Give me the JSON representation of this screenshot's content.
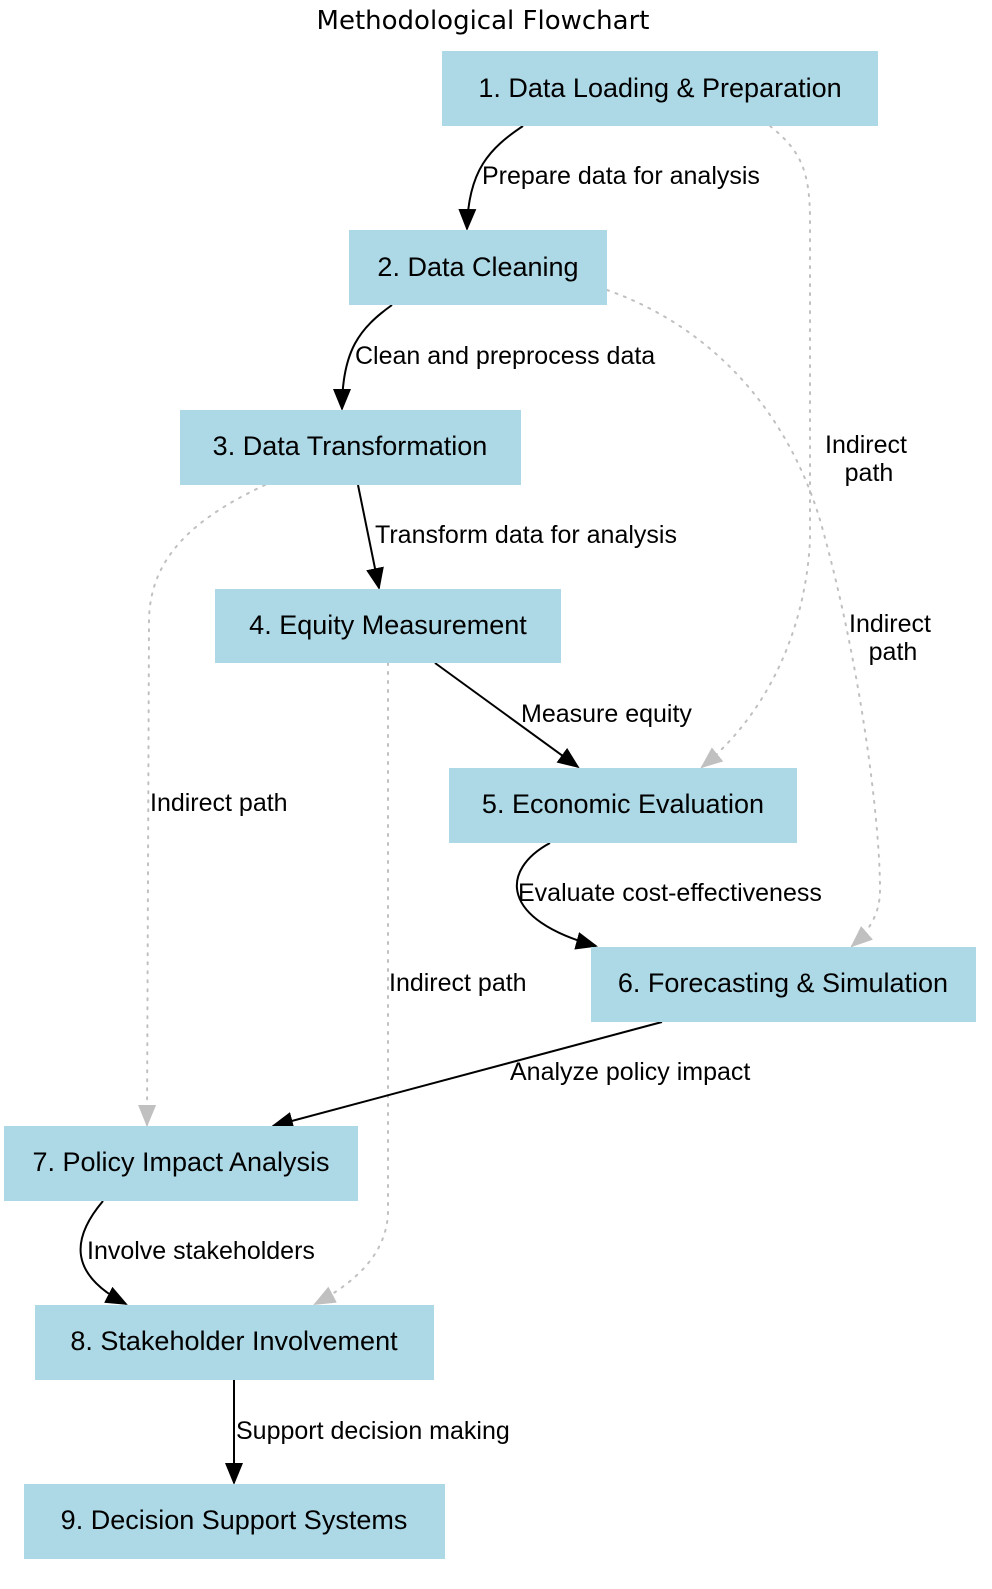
{
  "title": "Methodological Flowchart",
  "colors": {
    "node_fill": "#ADD8E6",
    "solid_edge": "#000000",
    "indirect_edge": "#C0C0C0"
  },
  "nodes": [
    {
      "id": 1,
      "label": "1. Data Loading & Preparation"
    },
    {
      "id": 2,
      "label": "2. Data Cleaning"
    },
    {
      "id": 3,
      "label": "3. Data Transformation"
    },
    {
      "id": 4,
      "label": "4. Equity Measurement"
    },
    {
      "id": 5,
      "label": "5. Economic Evaluation"
    },
    {
      "id": 6,
      "label": "6. Forecasting & Simulation"
    },
    {
      "id": 7,
      "label": "7. Policy Impact Analysis"
    },
    {
      "id": 8,
      "label": "8. Stakeholder Involvement"
    },
    {
      "id": 9,
      "label": "9. Decision Support Systems"
    }
  ],
  "edges": [
    {
      "from": 1,
      "to": 2,
      "style": "solid",
      "label": "Prepare data for analysis"
    },
    {
      "from": 2,
      "to": 3,
      "style": "solid",
      "label": "Clean and preprocess data"
    },
    {
      "from": 3,
      "to": 4,
      "style": "solid",
      "label": "Transform data for analysis"
    },
    {
      "from": 4,
      "to": 5,
      "style": "solid",
      "label": "Measure equity"
    },
    {
      "from": 5,
      "to": 6,
      "style": "solid",
      "label": "Evaluate cost-effectiveness"
    },
    {
      "from": 6,
      "to": 7,
      "style": "solid",
      "label": "Analyze policy impact"
    },
    {
      "from": 7,
      "to": 8,
      "style": "solid",
      "label": "Involve stakeholders"
    },
    {
      "from": 8,
      "to": 9,
      "style": "solid",
      "label": "Support decision making"
    },
    {
      "from": 1,
      "to": 5,
      "style": "dotted",
      "label_line1": "Indirect",
      "label_line2": "path"
    },
    {
      "from": 2,
      "to": 6,
      "style": "dotted",
      "label_line1": "Indirect",
      "label_line2": "path"
    },
    {
      "from": 3,
      "to": 7,
      "style": "dotted",
      "label": "Indirect path"
    },
    {
      "from": 4,
      "to": 8,
      "style": "dotted",
      "label": "Indirect path"
    }
  ]
}
